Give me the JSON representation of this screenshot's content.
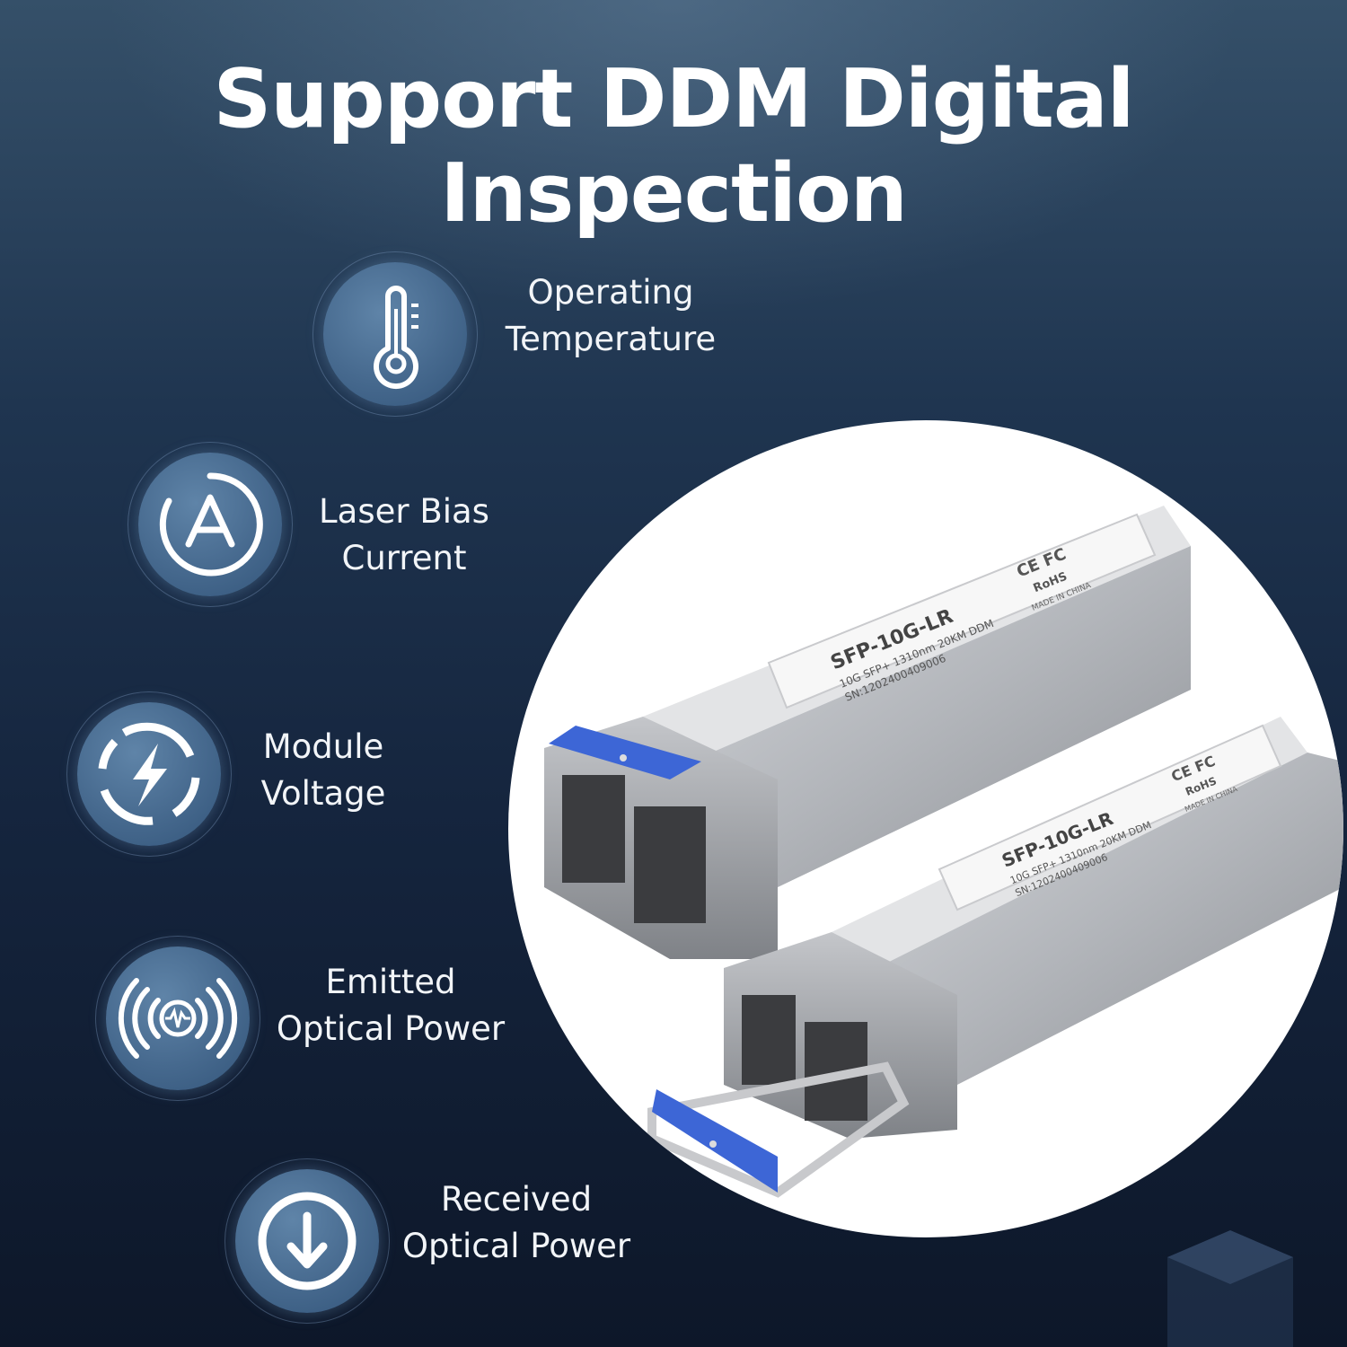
{
  "title": "Support DDM Digital Inspection",
  "features": [
    {
      "icon": "thermometer-icon",
      "line1": "Operating",
      "line2": "Temperature"
    },
    {
      "icon": "ampere-icon",
      "line1": "Laser Bias",
      "line2": "Current"
    },
    {
      "icon": "lightning-icon",
      "line1": "Module",
      "line2": "Voltage"
    },
    {
      "icon": "signal-waves-icon",
      "line1": "Emitted",
      "line2": "Optical Power"
    },
    {
      "icon": "download-arrow-icon",
      "line1": "Received",
      "line2": "Optical Power"
    }
  ],
  "product": {
    "model": "SFP-10G-LR",
    "spec": "10G SFP+ 1310nm 20KM DDM",
    "serial": "SN:1202400409006",
    "marks": "CE FC",
    "rohs": "RoHS",
    "origin": "MADE IN CHINA"
  },
  "colors": {
    "accent_blue": "#3d66d6",
    "icon_circle": "#4a6d92",
    "background_dark": "#0d1729"
  }
}
